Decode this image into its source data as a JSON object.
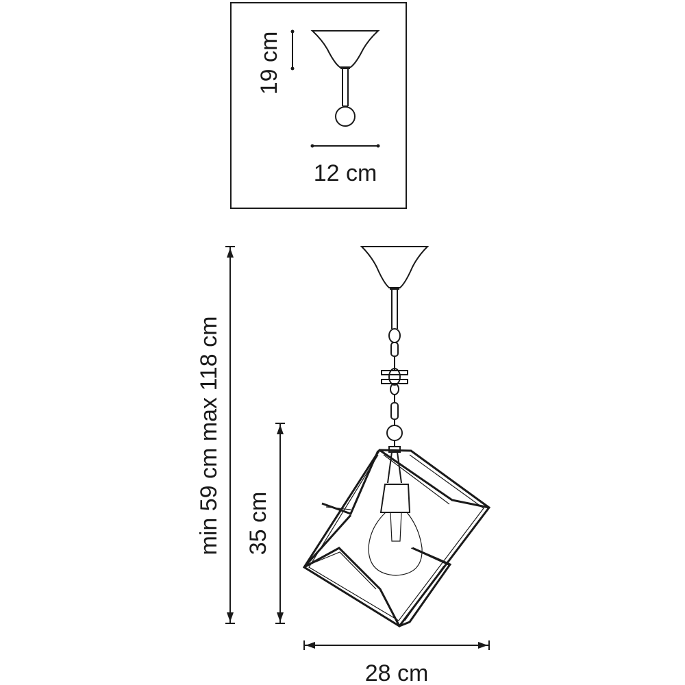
{
  "canopy_detail": {
    "height_label": "19 cm",
    "width_label": "12 cm"
  },
  "main_view": {
    "total_height_label": "min 59 cm max 118 cm",
    "shade_height_label": "35 cm",
    "shade_width_label": "28 cm"
  }
}
